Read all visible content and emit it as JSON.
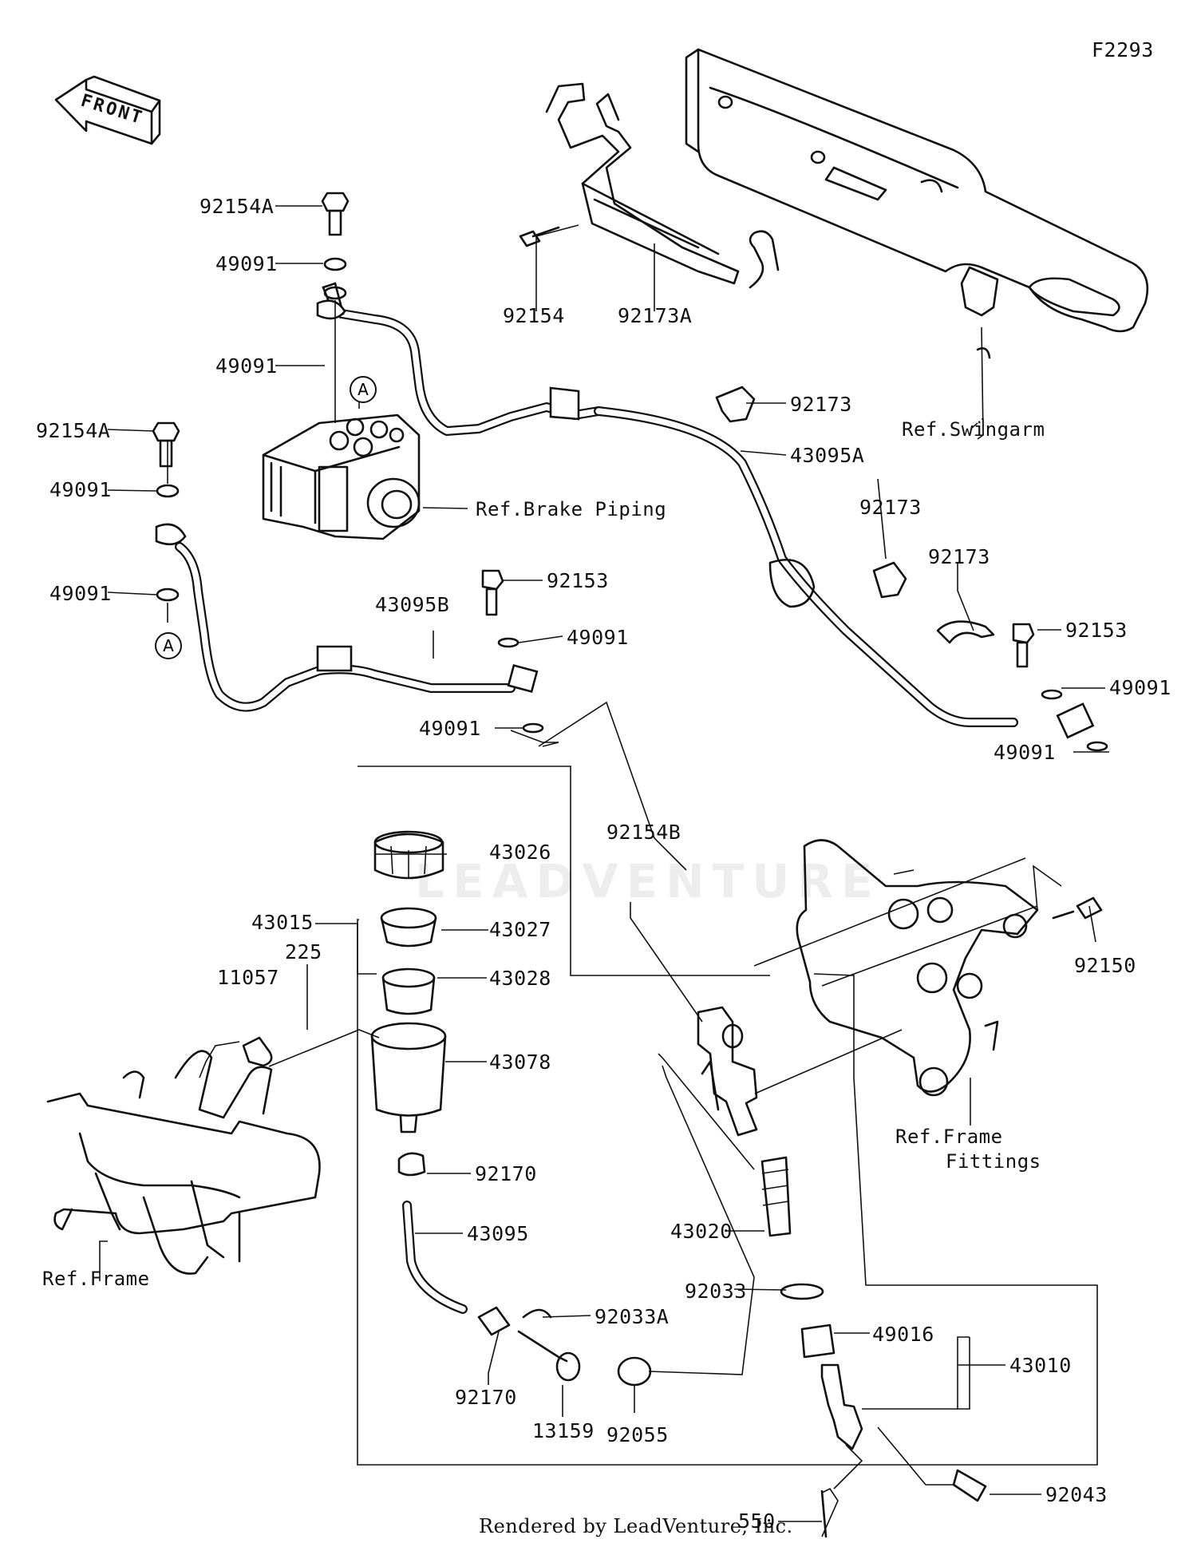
{
  "diagram_code": "F2293",
  "front_label": "FRONT",
  "watermark": "LEADVENTURE",
  "footer": "Rendered by LeadVenture, Inc.",
  "callout_letter": "A",
  "part_labels": [
    "92154A",
    "49091",
    "49091",
    "92154A",
    "49091",
    "49091",
    "92154",
    "92173A",
    "92173",
    "43095A",
    "92173",
    "92173",
    "92153",
    "49091",
    "92153",
    "49091",
    "49091",
    "43095B",
    "49091",
    "92154B",
    "43026",
    "43027",
    "43015",
    "43028",
    "225",
    "11057",
    "43078",
    "92150",
    "92170",
    "43095",
    "43020",
    "92033",
    "92033A",
    "49016",
    "43010",
    "92170",
    "13159",
    "92055",
    "92043",
    "550"
  ],
  "references": {
    "swingarm": "Ref.Swingarm",
    "brake_piping": "Ref.Brake Piping",
    "frame_fittings_1": "Ref.Frame",
    "frame_fittings_2": "Fittings",
    "frame": "Ref.Frame"
  },
  "colors": {
    "line": "#111111",
    "background": "#ffffff"
  }
}
